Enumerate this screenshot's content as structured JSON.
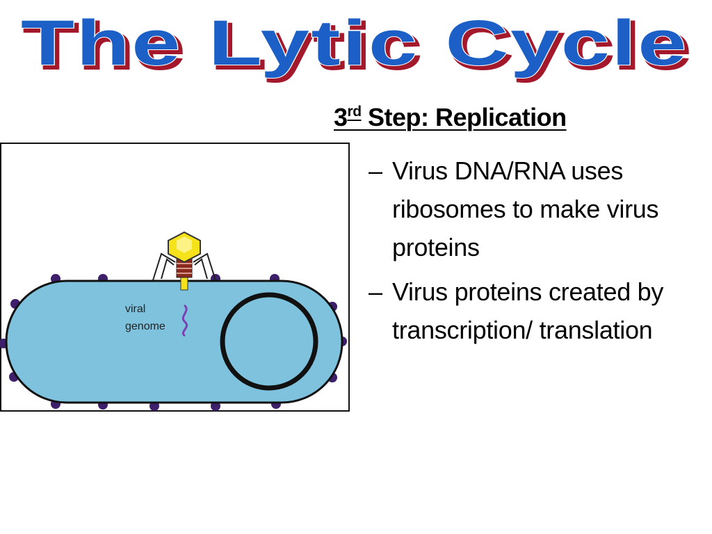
{
  "slide": {
    "title": "The Lytic Cycle",
    "heading": {
      "number": "3",
      "ordinal": "rd",
      "text": " Step: Replication"
    },
    "bullets": [
      {
        "marker": "–",
        "text": "Virus DNA/RNA uses ribosomes to make virus proteins"
      },
      {
        "marker": "–",
        "text": "Virus proteins created by transcription/ translation"
      }
    ],
    "diagram": {
      "label": "viral genome",
      "label_line1": "viral",
      "label_line2": "genome"
    }
  },
  "colors": {
    "title_fill": "#1c5fc7",
    "title_shadow": "#a3182b",
    "cell_fill": "#7ec2dd",
    "cell_outline": "#111111",
    "membrane_dots": "#3d1f6b",
    "phage_head": "#f5e21a",
    "phage_collar": "#8a2a1e",
    "viral_genome": "#7a3fb2"
  },
  "icons": {
    "cell": "bacterium-cell-icon",
    "phage": "bacteriophage-icon",
    "chromosome": "bacterial-chromosome-ring-icon"
  }
}
